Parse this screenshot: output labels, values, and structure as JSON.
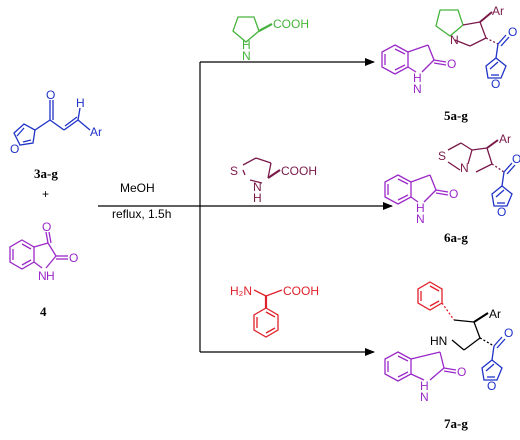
{
  "colors": {
    "black": "#000000",
    "blue": "#1f33c8",
    "purple": "#9a28c8",
    "green": "#46b43c",
    "maroon": "#7a1a4a",
    "red": "#e0202a",
    "ar_blue": "#2a2aa8"
  },
  "start": {
    "chalcone_label": "3a-g",
    "plus": "+",
    "isatin_label": "4",
    "ar": "Ar",
    "h": "H",
    "o": "O",
    "nh_h": "H",
    "nh_n": "N"
  },
  "conditions": {
    "solvent": "MeOH",
    "reflux": "reflux, 1.5h"
  },
  "reagents": {
    "proline": {
      "cooh": "COOH",
      "n": "N",
      "h": "H"
    },
    "thiazolidine": {
      "s": "S",
      "cooh": "COOH",
      "n": "N",
      "h": "H"
    },
    "phenylglycine": {
      "h2n": "H₂N",
      "cooh": "COOH"
    }
  },
  "products": [
    {
      "label": "5a-g",
      "ar": "Ar",
      "n": "N",
      "o_lactam": "O",
      "o_ketone": "O",
      "hn": "H",
      "nh_n": "N",
      "furan_o": "O"
    },
    {
      "label": "6a-g",
      "ar": "Ar",
      "s": "S",
      "n": "N",
      "o_lactam": "O",
      "o_ketone": "O",
      "hn": "H",
      "nh_n": "N",
      "furan_o": "O"
    },
    {
      "label": "7a-g",
      "ar": "Ar",
      "hn_ring": "HN",
      "o_lactam": "O",
      "o_ketone": "O",
      "hn": "H",
      "nh_n": "N",
      "furan_o": "O"
    }
  ]
}
